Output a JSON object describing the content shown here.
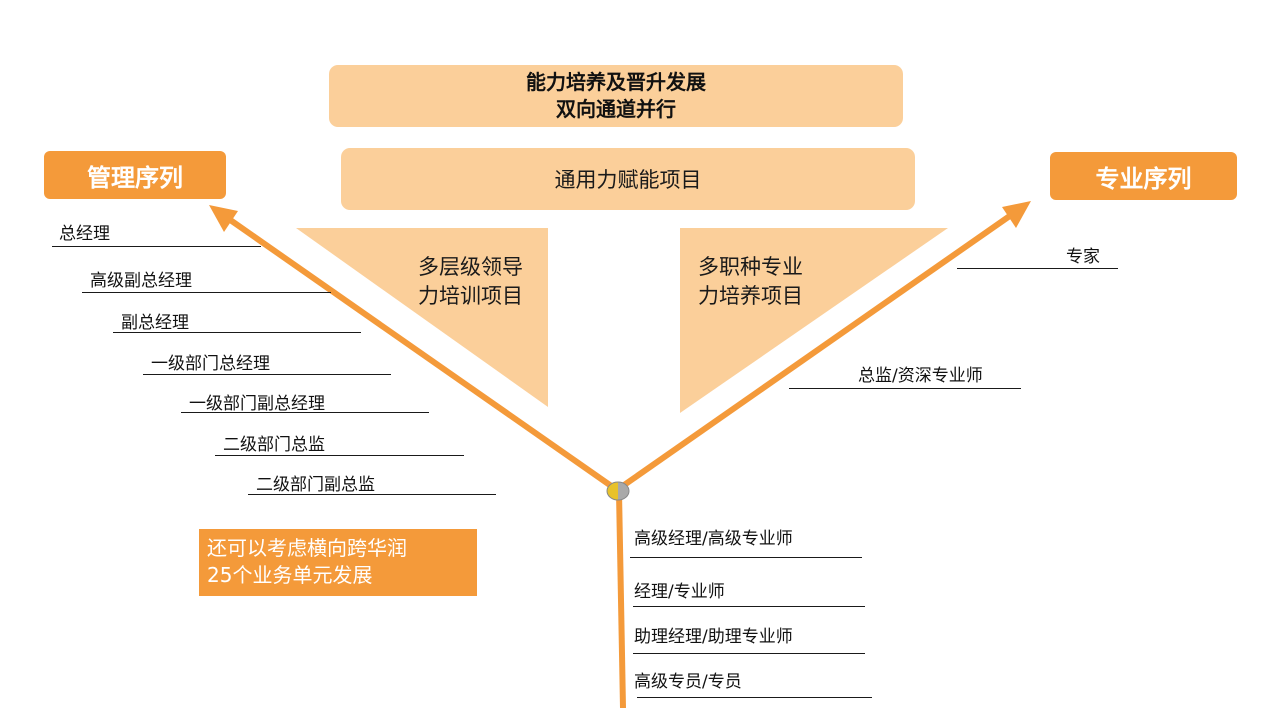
{
  "banner": {
    "line1": "能力培养及晋升发展",
    "line2": "双向通道并行"
  },
  "common_program": "通用力赋能项目",
  "management": {
    "title": "管理序列",
    "training_line1": "多层级领导",
    "training_line2": "力培训项目",
    "levels": [
      "总经理",
      "高级副总经理",
      "副总经理",
      "一级部门总经理",
      "一级部门副总经理",
      "二级部门总监",
      "二级部门副总监"
    ]
  },
  "professional": {
    "title": "专业序列",
    "training_line1": "多职种专业",
    "training_line2": "力培养项目",
    "levels": [
      "专家",
      "总监/资深专业师"
    ]
  },
  "shared_levels": [
    "高级经理/高级专业师",
    "经理/专业师",
    "助理经理/助理专业师",
    "高级专员/专员"
  ],
  "note": {
    "line1": "还可以考虑横向跨华润",
    "line2": "25个业务单元发展"
  },
  "colors": {
    "accent_orange": "#f49a3a",
    "light_orange": "#fbcf9a",
    "node_yellow": "#e8c22a",
    "node_grey": "#a9a9a9"
  }
}
